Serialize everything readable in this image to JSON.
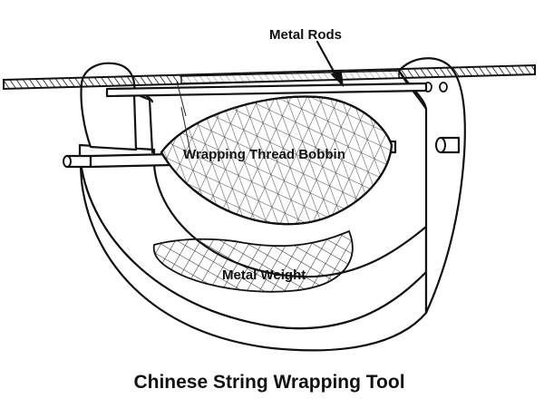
{
  "diagram": {
    "title": "Chinese String Wrapping Tool",
    "labels": {
      "metal_rods": "Metal Rods",
      "bobbin": "Wrapping Thread Bobbin",
      "weight": "Metal Weight"
    }
  }
}
